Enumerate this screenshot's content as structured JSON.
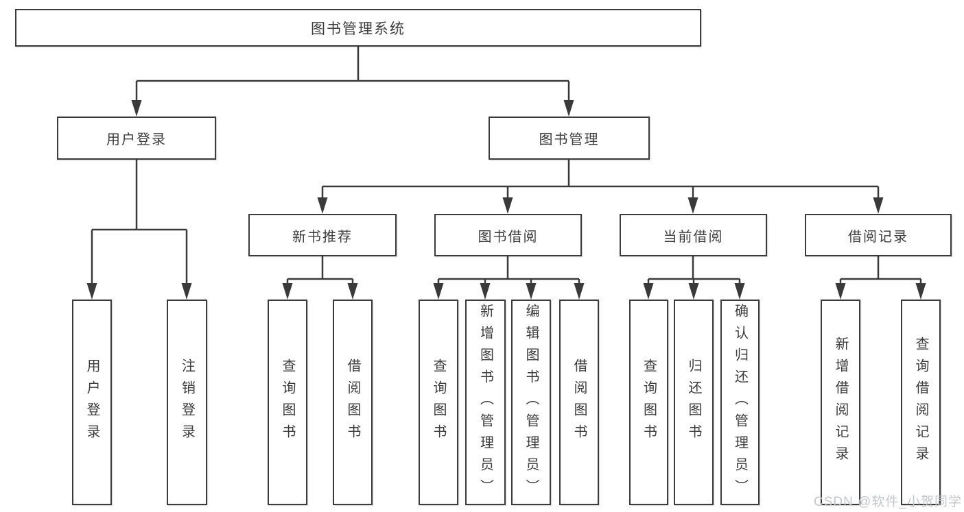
{
  "tree": {
    "root": "图书管理系统",
    "branches": {
      "user_login": {
        "label": "用户登录",
        "children": [
          "用户登录",
          "注销登录"
        ]
      },
      "book_mgmt": {
        "label": "图书管理",
        "sections": [
          {
            "label": "新书推荐",
            "children": [
              "查询图书",
              "借阅图书"
            ]
          },
          {
            "label": "图书借阅",
            "children": [
              "查询图书",
              "新增图书（管理员）",
              "编辑图书（管理员）",
              "借阅图书"
            ]
          },
          {
            "label": "当前借阅",
            "children": [
              "查询图书",
              "归还图书",
              "确认归还（管理员）"
            ]
          },
          {
            "label": "借阅记录",
            "children": [
              "新增借阅记录",
              "查询借阅记录"
            ]
          }
        ]
      }
    }
  },
  "watermark": "CSDN @软件_小贺同学",
  "colors": {
    "line": "#3a3a3a",
    "border": "#3b3b3b",
    "text": "#3c3c3c",
    "watermark": "#c3c6ca",
    "background": "#ffffff"
  }
}
